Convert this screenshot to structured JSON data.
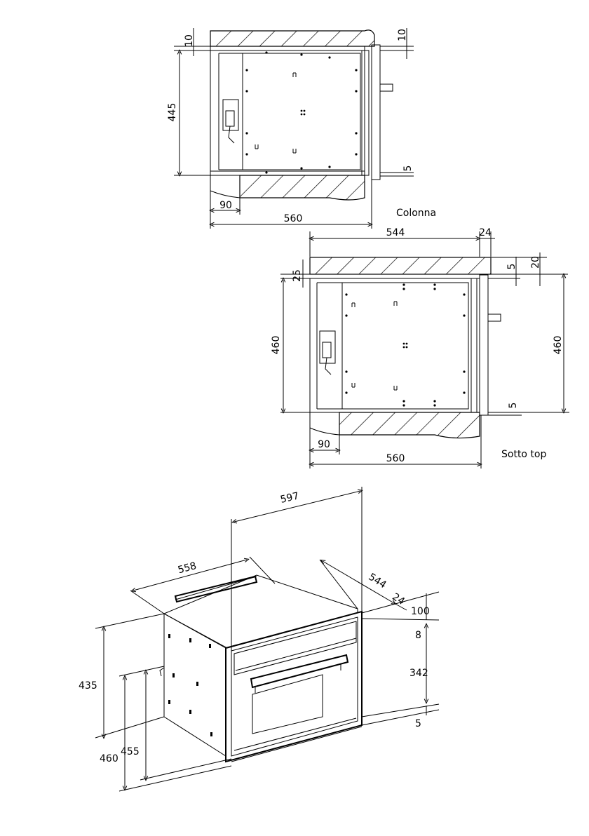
{
  "top_view_colonna": {
    "caption": "Colonna",
    "dims": {
      "top_gap": "10",
      "right_gap": "10",
      "height": "445",
      "bottom_gap": "5",
      "left_offset": "90",
      "width": "560"
    }
  },
  "top_view_sotto_top": {
    "caption": "Sotto top",
    "dims": {
      "depth": "544",
      "front": "24",
      "top_offset": "25",
      "gap_top": "5",
      "gap_top2": "20",
      "height_left": "460",
      "height_right": "460",
      "bottom_gap": "5",
      "left_offset": "90",
      "width": "560"
    }
  },
  "iso_view": {
    "dims": {
      "width": "597",
      "cutout_width": "558",
      "depth": "544",
      "front": "24",
      "top_gap": "100",
      "frame": "8",
      "opening": "342",
      "bottom_gap": "5",
      "height_435": "435",
      "height_460": "460",
      "height_455": "455"
    }
  }
}
